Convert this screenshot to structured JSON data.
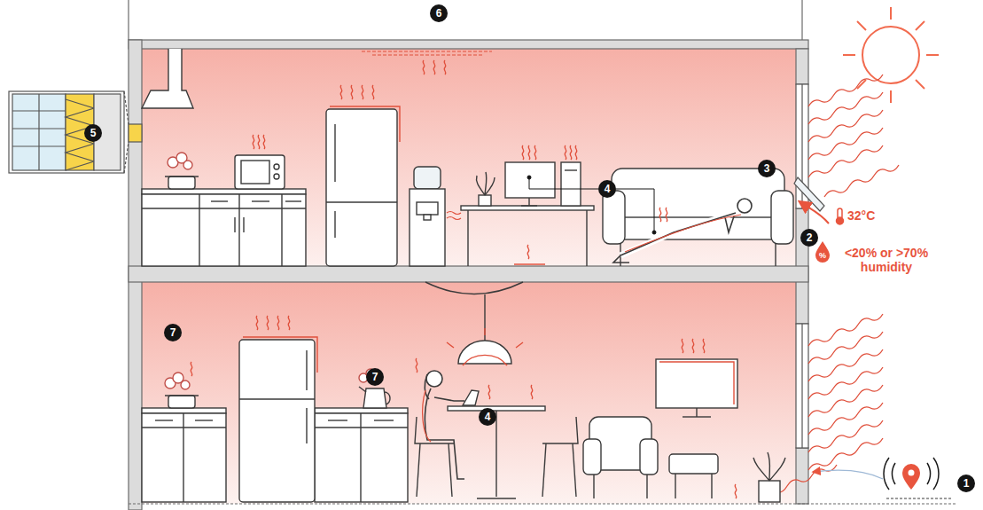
{
  "diagram": {
    "labels": [
      "6",
      "5",
      "3",
      "4",
      "2",
      "32°C",
      "%",
      "<20% or >70% humidity",
      "7",
      "7",
      "4",
      "1"
    ]
  }
}
